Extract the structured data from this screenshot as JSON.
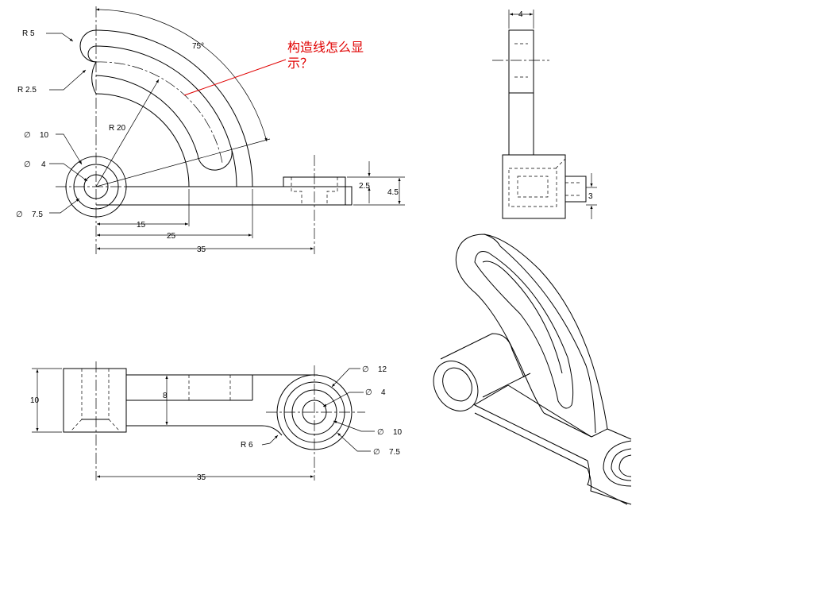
{
  "annotation": {
    "line1": "构造线怎么显",
    "line2": "示？"
  },
  "top_view": {
    "r5": "R 5",
    "r25": "R 2.5",
    "r20": "R 20",
    "angle": "75°",
    "d10": "10",
    "d4": "4",
    "d75": "7.5",
    "dim15": "15",
    "dim25": "25",
    "dim35": "35",
    "dim25h": "2.5",
    "dim45": "4.5"
  },
  "side_view": {
    "dim4": "4",
    "dim3": "3"
  },
  "front_view": {
    "dim10": "10",
    "dim8": "8",
    "dim35": "35",
    "r6": "R 6",
    "d12": "12",
    "d4": "4",
    "d10": "10",
    "d75": "7.5"
  },
  "symbols": {
    "diameter": "∅"
  }
}
